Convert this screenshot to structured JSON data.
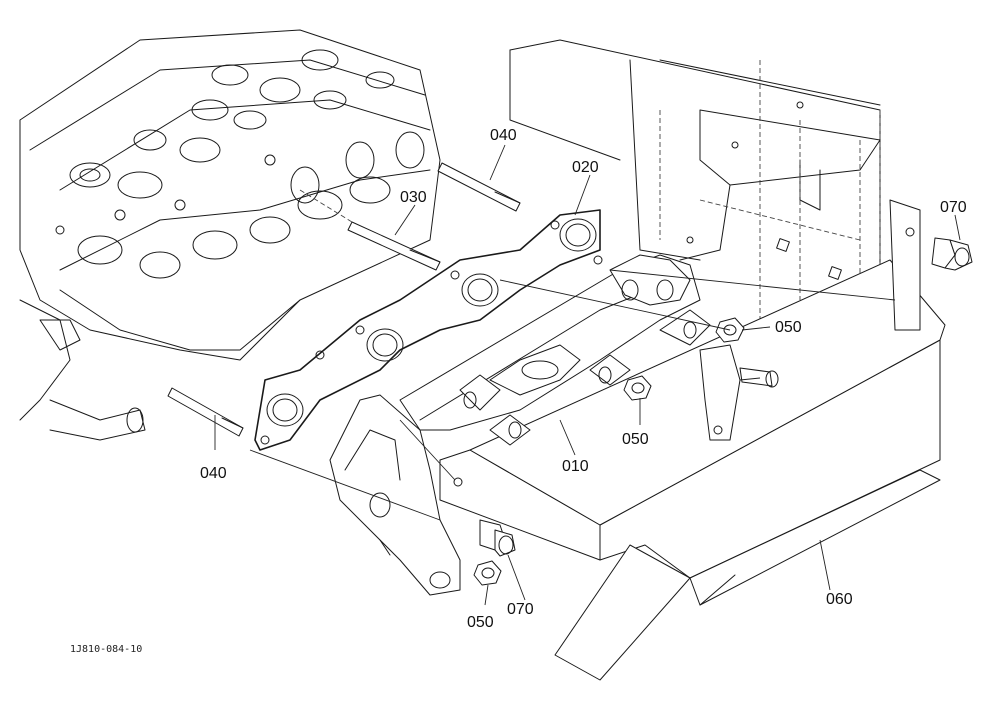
{
  "labels": {
    "p010": "010",
    "p020": "020",
    "p030": "030",
    "p040_top": "040",
    "p040_bottom": "040",
    "p050_right": "050",
    "p050_mid": "050",
    "p050_bottom": "050",
    "p060": "060",
    "p070_top": "070",
    "p070_bottom": "070"
  },
  "reference_code": "1J810-084-10"
}
